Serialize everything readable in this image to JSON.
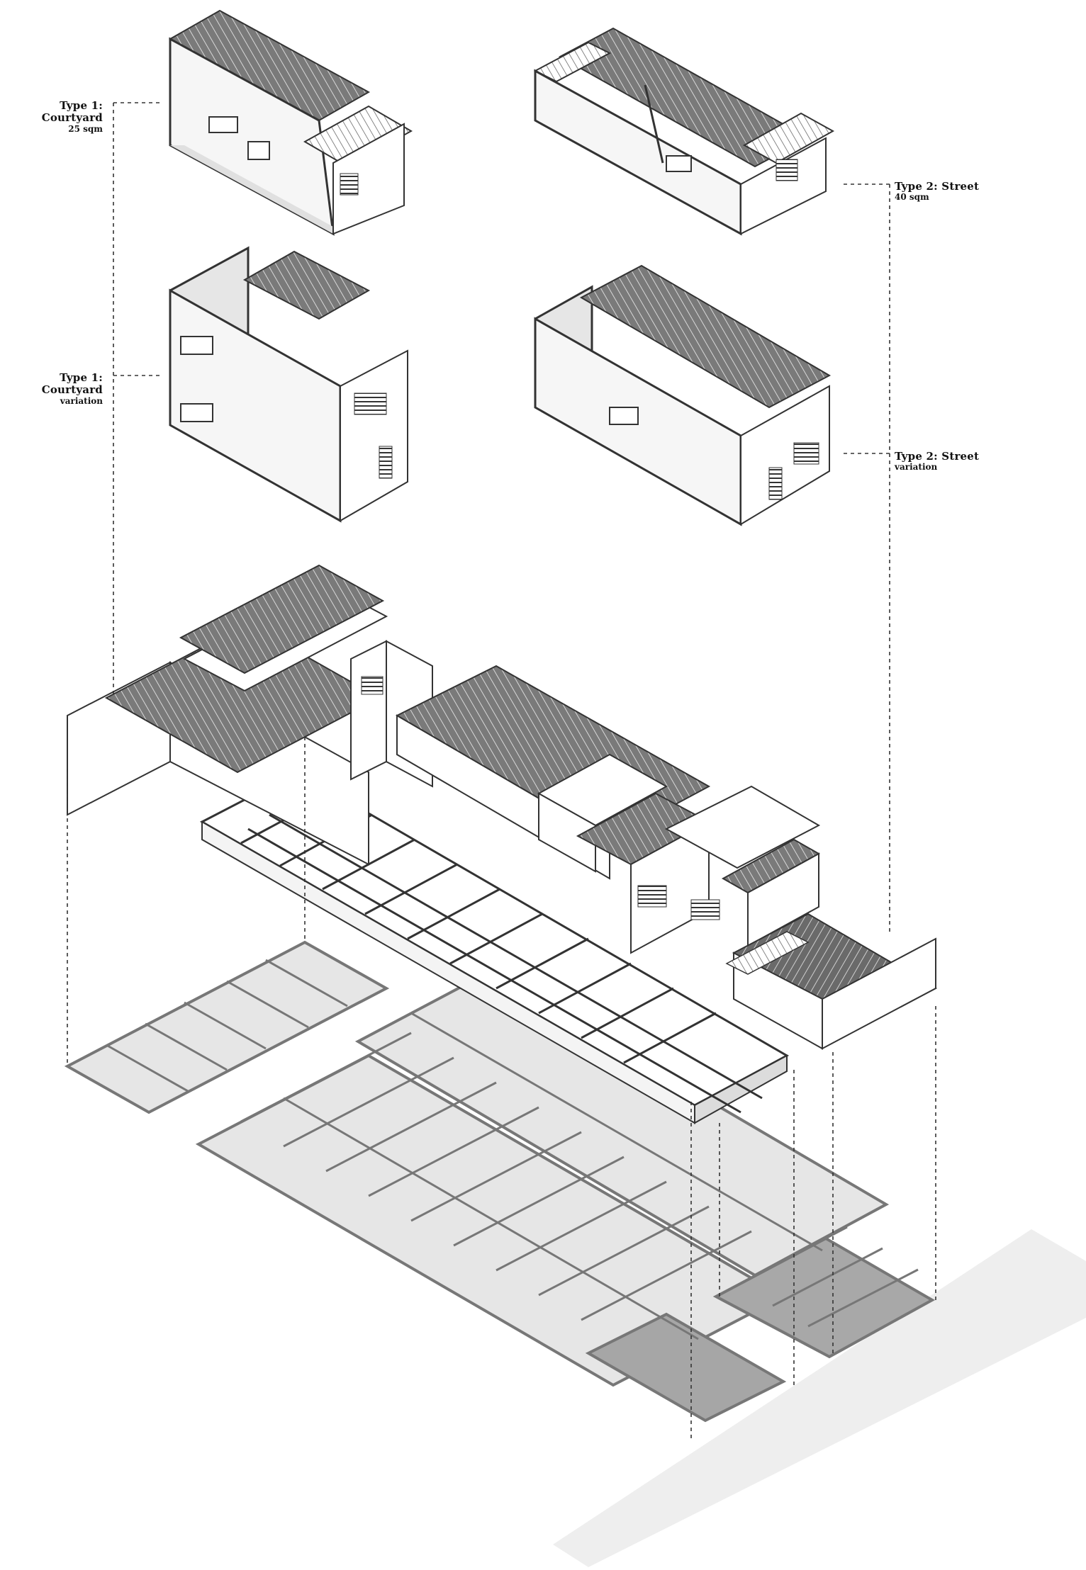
{
  "labels": {
    "type1": {
      "title": "Type 1: Courtyard",
      "sub": "25 sqm"
    },
    "type1var": {
      "title": "Type 1: Courtyard",
      "sub": "variation"
    },
    "type2": {
      "title": "Type 2: Street",
      "sub": "40 sqm"
    },
    "type2var": {
      "title": "Type 2: Street",
      "sub": "variation"
    }
  },
  "colors": {
    "line": "#3a3a3a",
    "roof": "#6f6f6f",
    "wall": "#ffffff",
    "floor": "#e2e2e2",
    "plan": "#e6e6e6",
    "planDark": "#a9a9a9",
    "street": "#efefef"
  }
}
